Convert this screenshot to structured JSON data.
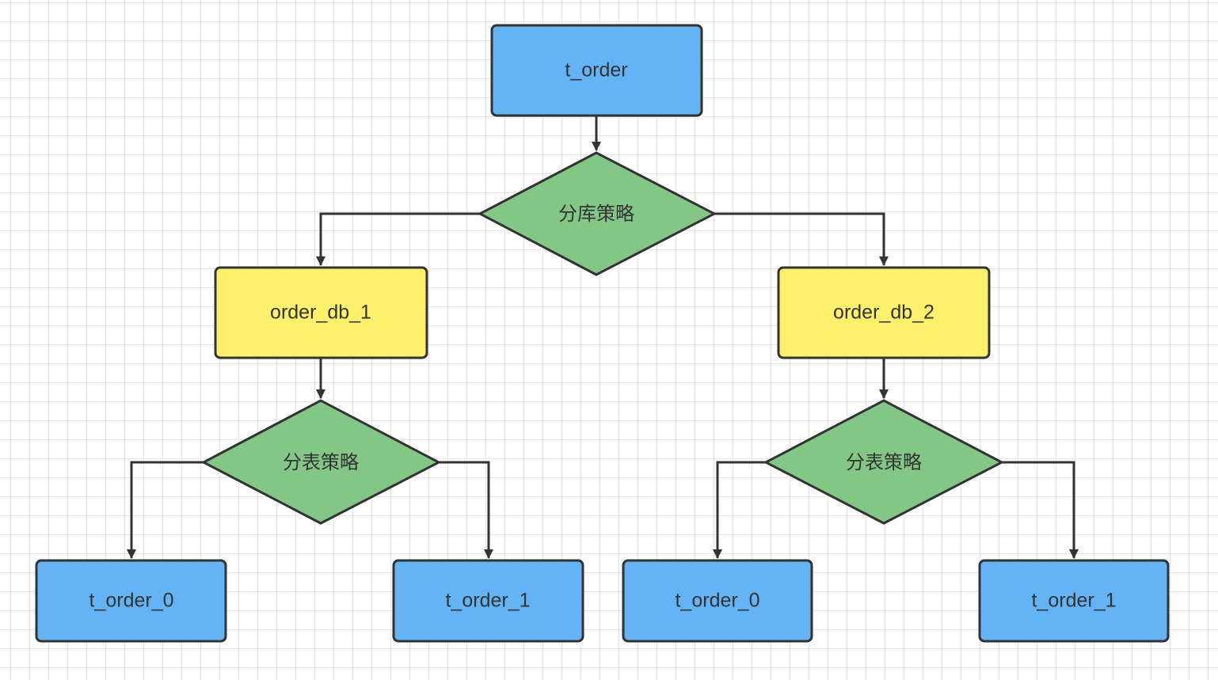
{
  "colors": {
    "table_fill": "#63b3f5",
    "database_fill": "#fdf06a",
    "strategy_fill": "#82c785",
    "stroke": "#333333",
    "grid": "#e6e6e6"
  },
  "nodes": {
    "root": {
      "label": "t_order"
    },
    "db_strategy": {
      "label": "分库策略"
    },
    "db1": {
      "label": "order_db_1"
    },
    "db2": {
      "label": "order_db_2"
    },
    "table_strategy_1": {
      "label": "分表策略"
    },
    "table_strategy_2": {
      "label": "分表策略"
    },
    "db1_t0": {
      "label": "t_order_0"
    },
    "db1_t1": {
      "label": "t_order_1"
    },
    "db2_t0": {
      "label": "t_order_0"
    },
    "db2_t1": {
      "label": "t_order_1"
    }
  }
}
